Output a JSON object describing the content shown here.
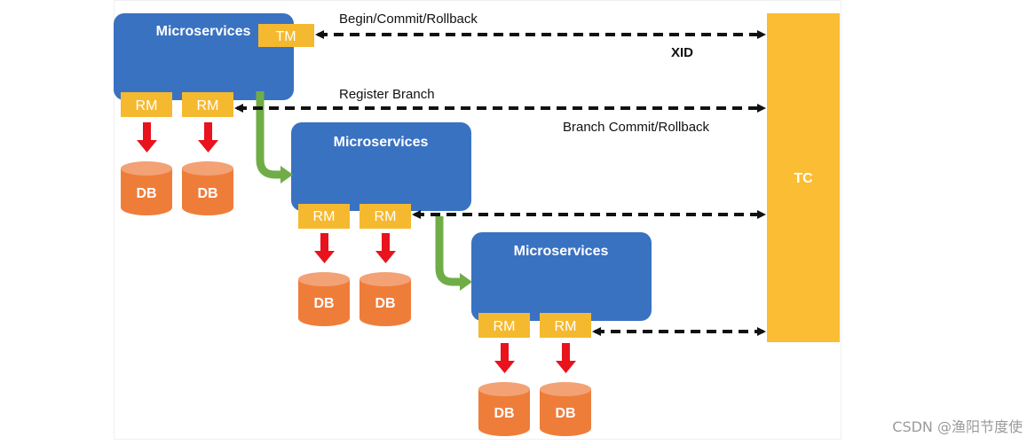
{
  "diagram": {
    "microservice_label": "Microservices",
    "tm_label": "TM",
    "rm_label": "RM",
    "db_label": "DB",
    "tc_label": "TC",
    "edges": {
      "begin_commit_rollback": "Begin/Commit/Rollback",
      "xid": "XID",
      "register_branch": "Register Branch",
      "branch_commit_rollback": "Branch Commit/Rollback"
    },
    "colors": {
      "microservice": "#3a72c2",
      "tm_rm": "#f5b930",
      "db": "#ef7d3a",
      "tc": "#fbbd33",
      "red_arrow": "#e8131c",
      "green_arrow": "#70ad47"
    }
  },
  "watermark": "CSDN @渔阳节度使"
}
